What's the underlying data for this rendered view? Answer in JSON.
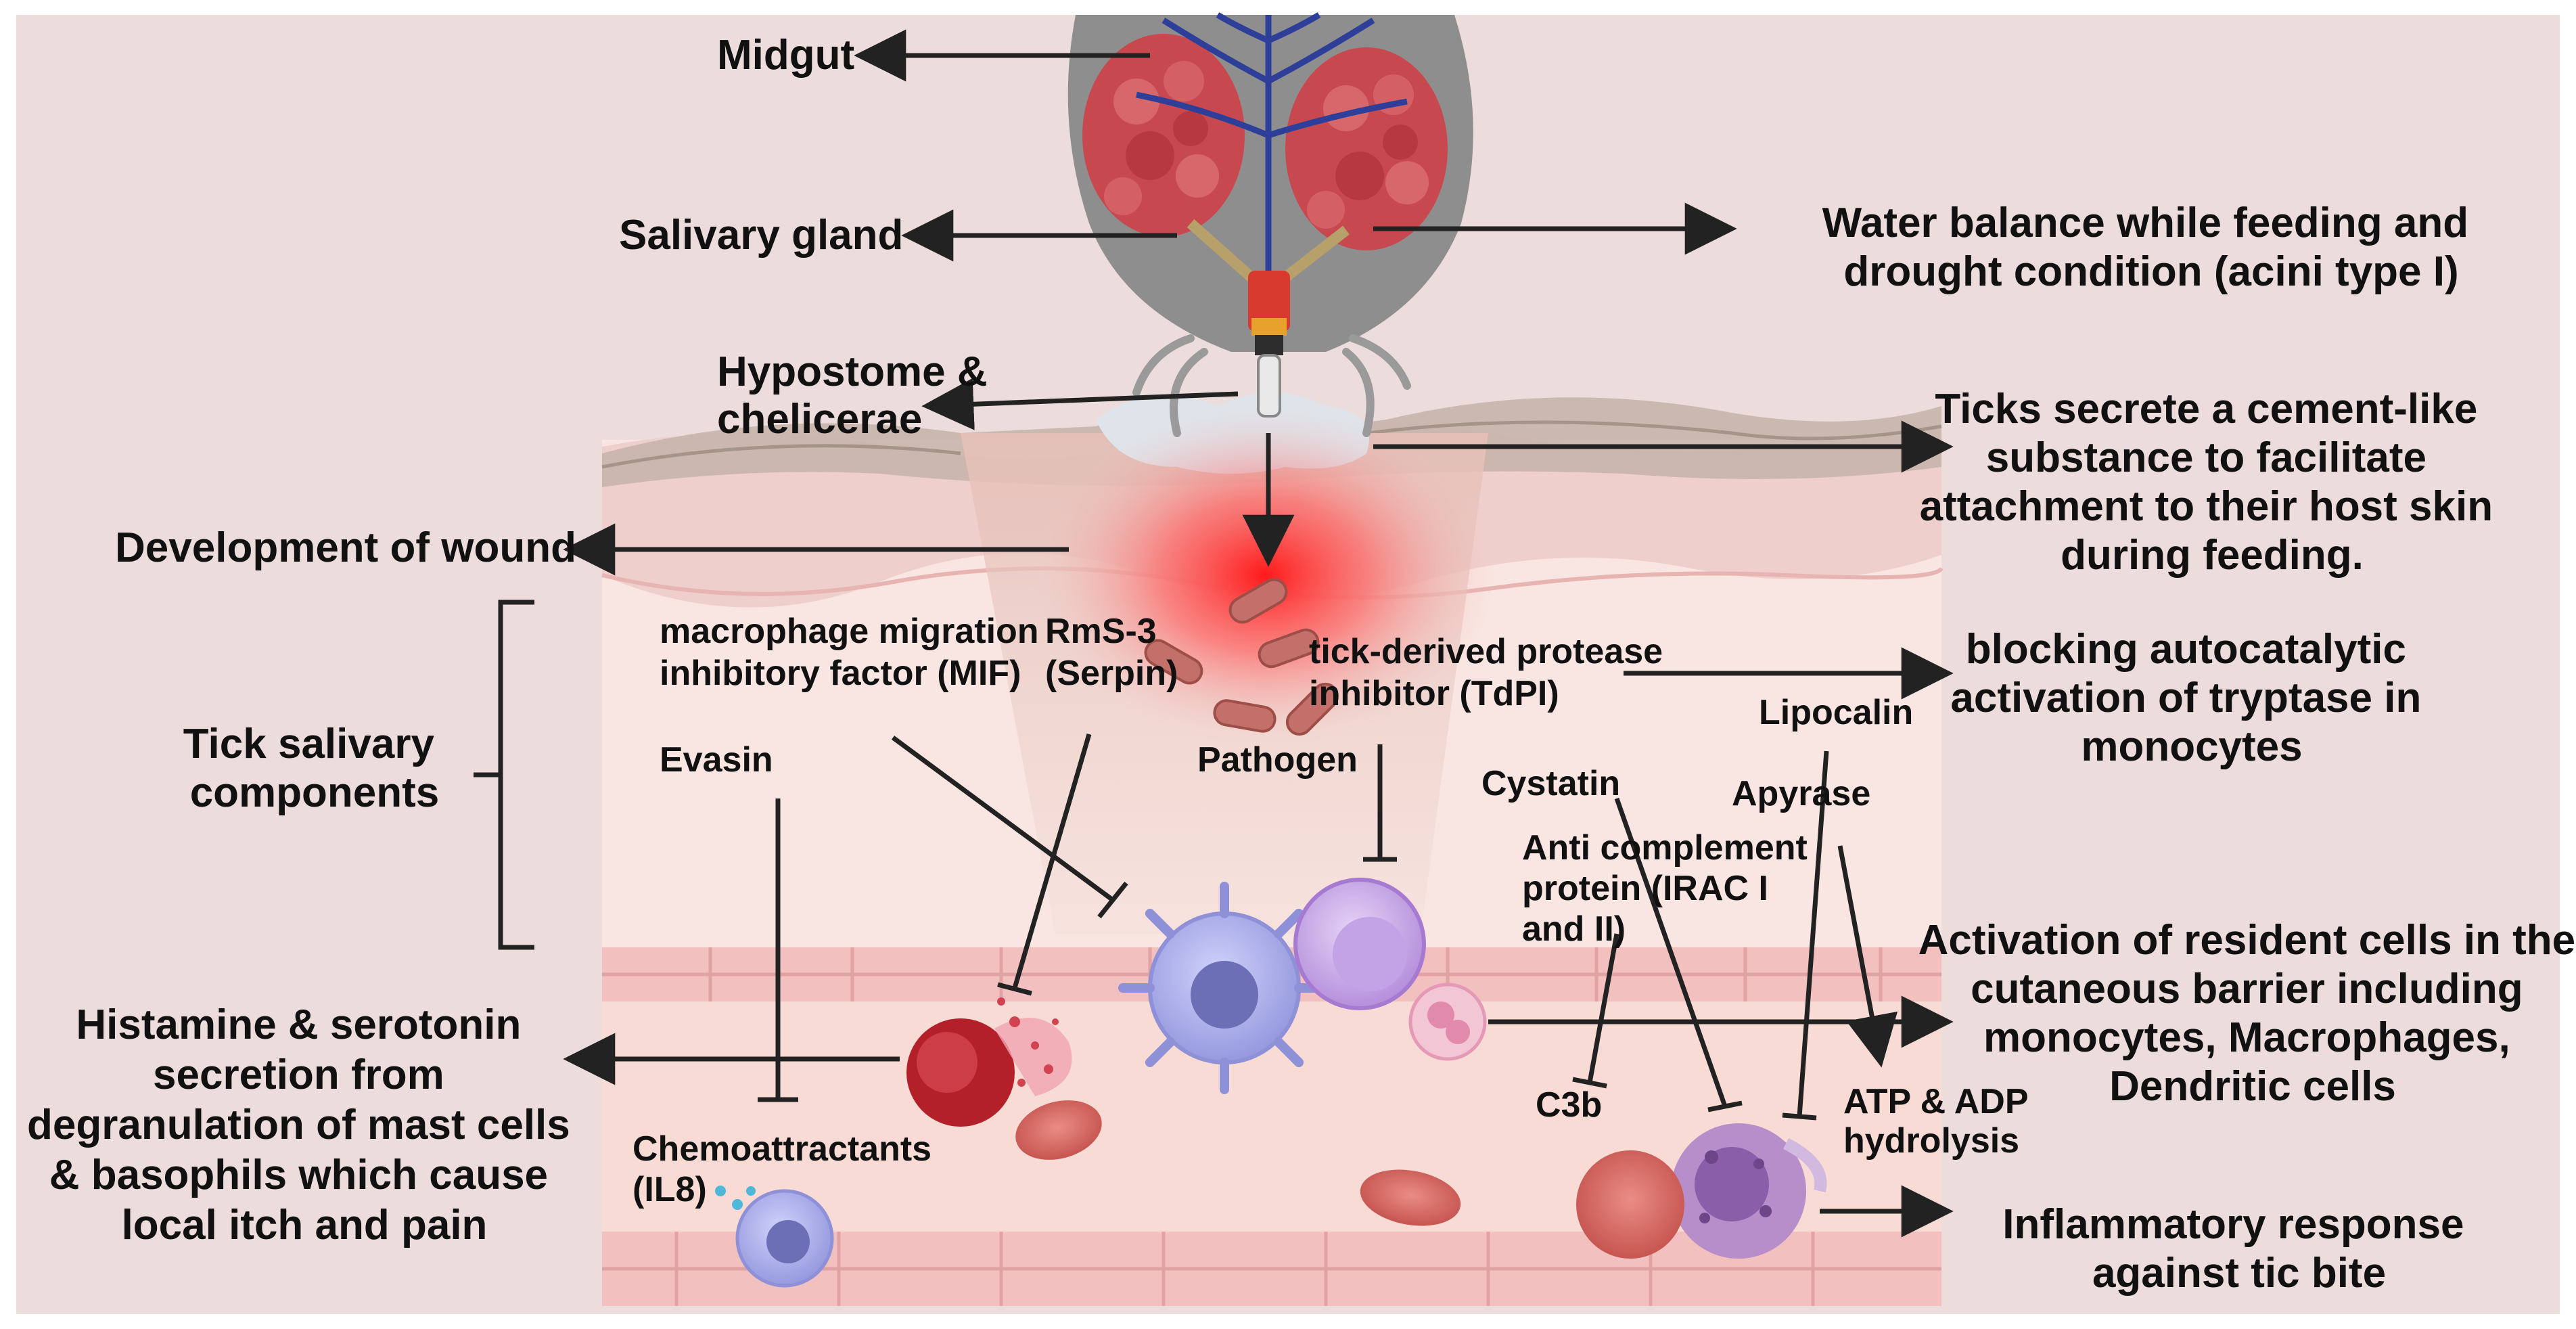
{
  "labels": {
    "midgut": "Midgut",
    "salivary_gland": "Salivary gland",
    "water_balance": [
      "Water balance while feeding and",
      "drought condition (acini type I)"
    ],
    "hypostome": [
      "Hypostome &",
      "chelicerae"
    ],
    "cement": [
      "Ticks secrete a cement-like",
      "substance to facilitate",
      "attachment to their host skin",
      "during feeding."
    ],
    "wound": "Development of wound",
    "tick_salivary": [
      "Tick salivary",
      "components"
    ],
    "mif": [
      "macrophage migration",
      "inhibitory factor (MIF)"
    ],
    "rms3": [
      "RmS-3",
      "(Serpin)"
    ],
    "tdpi": [
      "tick-derived protease",
      "inhibitor (TdPI)"
    ],
    "pathogen": "Pathogen",
    "tryptase": [
      "blocking autocatalytic",
      "activation of tryptase in",
      "monocytes"
    ],
    "lipocalin": "Lipocalin",
    "evasin": "Evasin",
    "cystatin": "Cystatin",
    "apyrase": "Apyrase",
    "anti_complement": [
      "Anti complement",
      "protein (IRAC I",
      "and II)"
    ],
    "resident": [
      "Activation of resident cells in the",
      "cutaneous barrier including",
      "monocytes, Macrophages,",
      "Dendritic cells"
    ],
    "histamine": [
      "Histamine & serotonin",
      "secretion from",
      "degranulation of mast cells",
      "& basophils  which cause",
      "local itch and pain"
    ],
    "c3b": "C3b",
    "atp": [
      "ATP & ADP",
      "hydrolysis"
    ],
    "chemo": [
      "Chemoattractants",
      "(IL8)"
    ],
    "inflammatory": [
      "Inflammatory response",
      "against tic bite"
    ]
  },
  "colors": {
    "background": "#ecdcdc",
    "tick_body": "#8e8e8e",
    "gland": "#c8484f",
    "gut_vessel": "#2e3f9a",
    "skin_light": "#f6d9d6",
    "skin_band": "#efc3c0",
    "vessel_wall": "#f2bcbc",
    "wound_red": "#ff2a2a",
    "arrow": "#222222",
    "rbc": "#c8504f",
    "mast_cell": "#b3202a",
    "macrophage": "#a9a9e6",
    "monocyte": "#c7a5e5",
    "neutrophil": "#b78ec9"
  }
}
